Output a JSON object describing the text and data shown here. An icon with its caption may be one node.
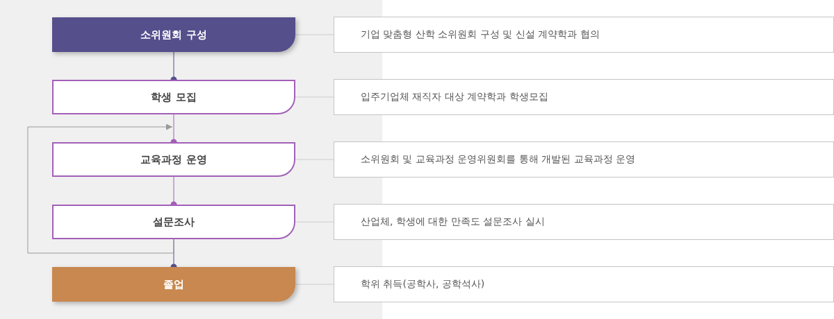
{
  "diagram": {
    "nodes": [
      {
        "text": [
          "소위원회 구성"
        ]
      },
      {
        "text": [
          "학생 모집"
        ]
      },
      {
        "text": [
          "교육과정 운영"
        ]
      },
      {
        "text": [
          "설문조사"
        ]
      },
      {
        "text": [
          "졸업"
        ]
      },
      {
        "text": [
          "기업 맞춤형 산학 소위원회 구성 및 신설 계약학과 협의"
        ]
      },
      {
        "text": [
          "입주기업체 재직자 대상 계약학과 학생모집"
        ]
      },
      {
        "text": [
          "소위원회 및 교육과정 운영위원회를 통해 개발된 교육과정 운영"
        ]
      },
      {
        "text": [
          "산업체, 학생에 대한 만족도 설문조사 실시"
        ]
      },
      {
        "text": [
          "학위 취득(공학사, 공학석사)"
        ]
      }
    ],
    "edges": [
      {
        "from": 0,
        "to": 1,
        "arrow": "other",
        "color": "#554f8c"
      },
      {
        "from": 1,
        "to": 2,
        "arrow": "other",
        "color": "#a35fb8"
      },
      {
        "from": 2,
        "to": 3,
        "arrow": "other",
        "color": "#a35fb8"
      },
      {
        "from": 3,
        "to": 4,
        "arrow": "other",
        "color": "#554f8c"
      },
      {
        "from": 3,
        "to": 2,
        "arrow": "to",
        "color": "#999999"
      },
      {
        "from": 0,
        "to": 5,
        "arrow": "none",
        "color": "#cccccc"
      },
      {
        "from": 1,
        "to": 6,
        "arrow": "none",
        "color": "#cccccc"
      },
      {
        "from": 2,
        "to": 7,
        "arrow": "none",
        "color": "#cccccc"
      },
      {
        "from": 3,
        "to": 8,
        "arrow": "none",
        "color": "#cccccc"
      },
      {
        "from": 4,
        "to": 9,
        "arrow": "none",
        "color": "#cccccc"
      }
    ]
  }
}
